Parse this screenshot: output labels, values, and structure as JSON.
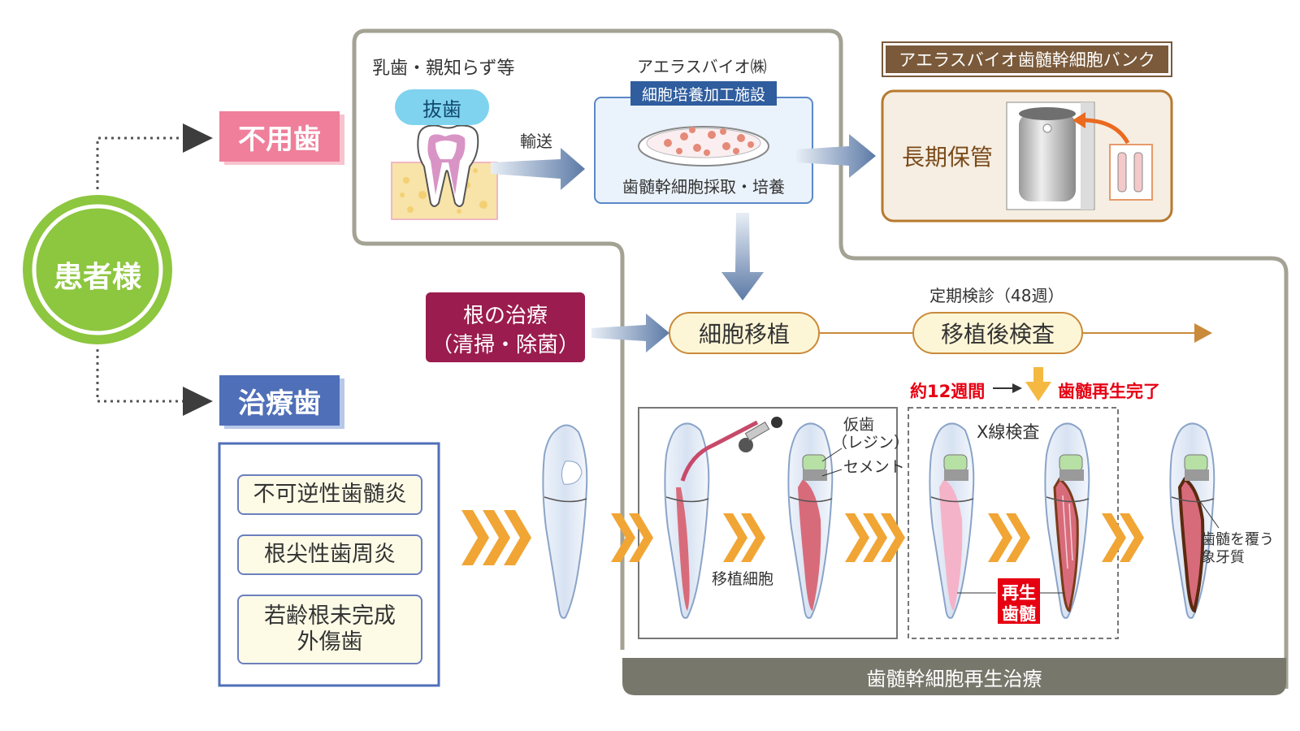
{
  "patient": {
    "label": "患者様"
  },
  "unused_tooth": {
    "label": "不用歯"
  },
  "treated_tooth": {
    "label": "治療歯"
  },
  "source_teeth": {
    "label": "乳歯・親知らず等"
  },
  "extraction": {
    "label": "抜歯"
  },
  "transport": {
    "label": "輸送"
  },
  "company": {
    "label": "アエラスバイオ㈱"
  },
  "facility": {
    "header": "細胞培養加工施設",
    "caption": "歯髄幹細胞採取・培養"
  },
  "bank": {
    "title": "アエラスバイオ歯髄幹細胞バンク",
    "storage": "長期保管"
  },
  "root_treatment": {
    "line1": "根の治療",
    "line2": "（清掃・除菌）"
  },
  "flow": {
    "transplant": "細胞移植",
    "checkup_note": "定期検診（48週）",
    "post_exam": "移植後検査",
    "duration": "約12週間",
    "complete": "歯髄再生完了"
  },
  "diagnoses": [
    "不可逆性歯髄炎",
    "根尖性歯周炎",
    "若齢根未完成\n外傷歯"
  ],
  "stages": {
    "temp_tooth_1": "仮歯",
    "temp_tooth_2": "（レジン）",
    "cement": "セメント",
    "transplant_cells": "移植細胞",
    "xray": "X線検査",
    "regen_1": "再生",
    "regen_2": "歯髄",
    "dentin_1": "歯髄を覆う",
    "dentin_2": "象牙質"
  },
  "therapy_footer": "歯髄幹細胞再生治療",
  "colors": {
    "green": "#8dc63f",
    "pink": "#ef7f9a",
    "blue": "#4f6fb8",
    "maroon": "#9b1c4e",
    "orange": "#f0a535",
    "gray_border": "#9b9a8c",
    "footer_bar": "#7a7a70",
    "bank_brown": "#7a5a3a",
    "red_text": "#e60012"
  }
}
